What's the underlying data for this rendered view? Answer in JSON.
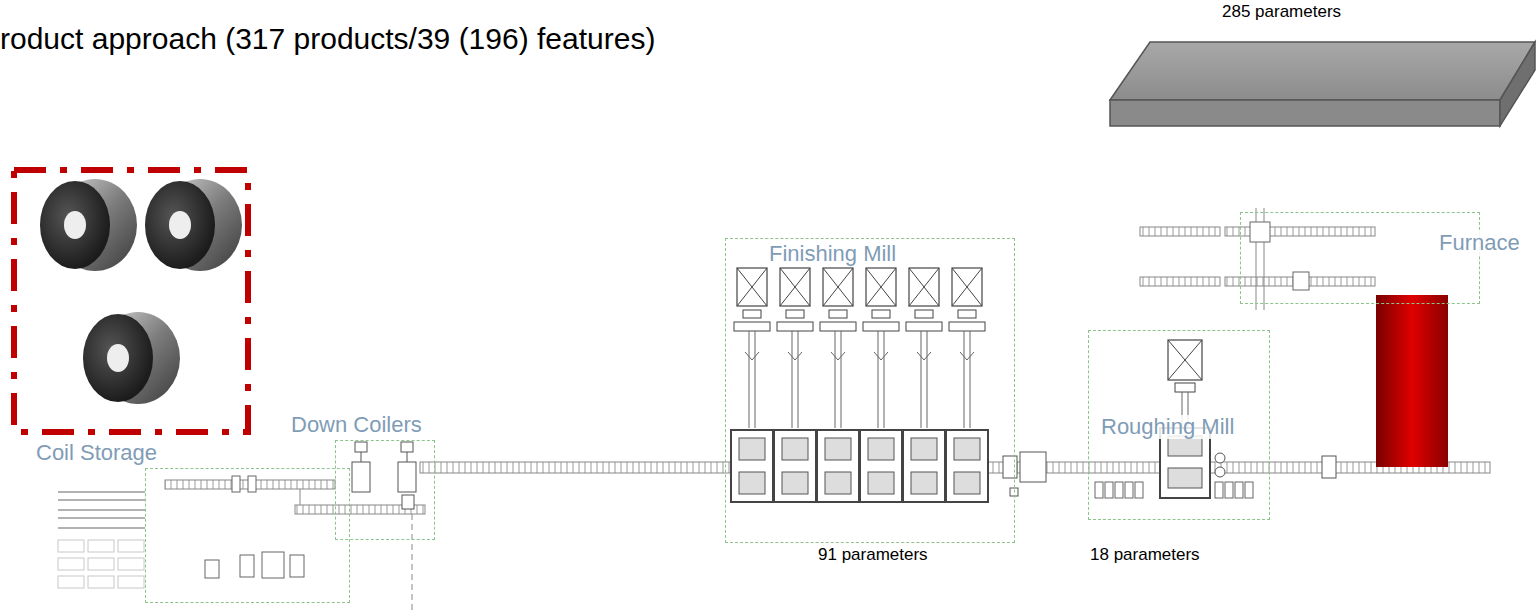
{
  "diagram": {
    "title": "roduct approach (317 products/39 (196) features)",
    "nodes": [
      {
        "text": [
          "Coil Storage"
        ]
      },
      {
        "text": [
          "Down Coilers"
        ]
      },
      {
        "text": [
          "Finishing Mill"
        ]
      },
      {
        "text": [
          "Roughing Mill"
        ]
      },
      {
        "text": [
          "Furnace"
        ]
      }
    ],
    "labels": [
      "285 parameters",
      "91 parameters",
      "18 parameters"
    ]
  }
}
